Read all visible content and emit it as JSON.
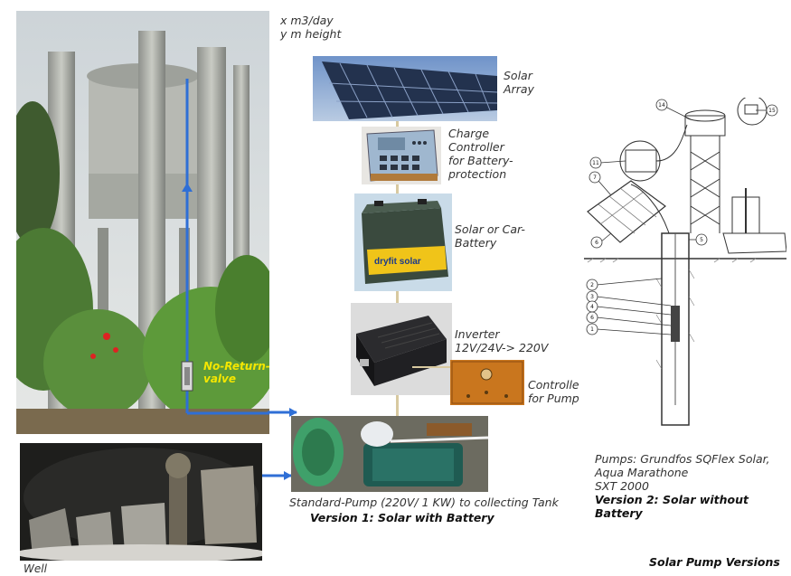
{
  "header": {
    "line1": "x m3/day",
    "line2": "y m height"
  },
  "components": {
    "solar_array": {
      "line1": "Solar",
      "line2": "Array"
    },
    "charge_controller": {
      "line1": "Charge",
      "line2": "Controller",
      "line3": "for Battery-",
      "line4": "protection"
    },
    "battery": {
      "line1": "Solar or Car-",
      "line2": "Battery",
      "brand": "dryfit solar"
    },
    "inverter": {
      "line1": "Inverter",
      "line2": "12V/24V-> 220V"
    },
    "timer": {
      "line1": "Controller/Timer",
      "line2": "for Pump Start/Stop"
    },
    "valve": {
      "line1": "No-Return-",
      "line2": "valve"
    },
    "standard_pump": {
      "caption": "Standard-Pump (220V/ 1 KW) to collecting Tank"
    },
    "well": {
      "label": "Well"
    }
  },
  "versions": {
    "v1": "Version 1: Solar with Battery",
    "v2_pumps_line1": "Pumps: Grundfos SQFlex Solar,",
    "v2_pumps_line2": "Aqua Marathone",
    "v2_pumps_line3": "SXT 2000",
    "v2": "Version 2: Solar without Battery"
  },
  "footer": {
    "title": "Solar Pump Versions"
  },
  "schematic_callouts": [
    "14",
    "15",
    "11",
    "7",
    "6",
    "5",
    "2",
    "3",
    "4",
    "6",
    "1"
  ],
  "colors": {
    "pipe_blue": "#2f6fd6",
    "wire_tan": "#d8c9a0",
    "valve_text": "#f5e600"
  }
}
